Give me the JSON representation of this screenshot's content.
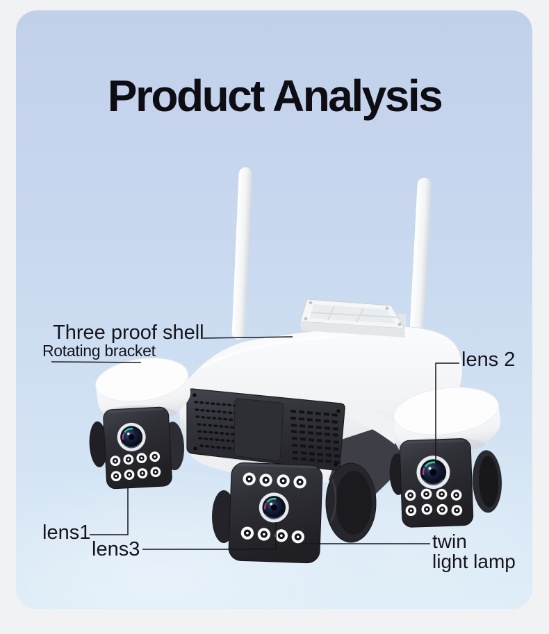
{
  "title": "Product Analysis",
  "labels": {
    "three_proof_shell": "Three proof shell",
    "rotating_bracket": "Rotating bracket",
    "lens2": "lens 2",
    "lens1": "lens1",
    "lens3": "lens3",
    "twin_light_lamp_line1": "twin",
    "twin_light_lamp_line2": "light lamp"
  },
  "colors": {
    "outer_background": "#f1f2f4",
    "card_top": "#c2d0ea",
    "card_mid": "#cadaf0",
    "card_bottom": "#dcecf8",
    "label_text": "#14141c",
    "callout_line": "#15151a",
    "camera_white": "#f3f5f7",
    "camera_dark": "#2b2b31",
    "lens_ring_teal": "#3ad0a6",
    "lens_ring_magenta": "#b8509c"
  }
}
